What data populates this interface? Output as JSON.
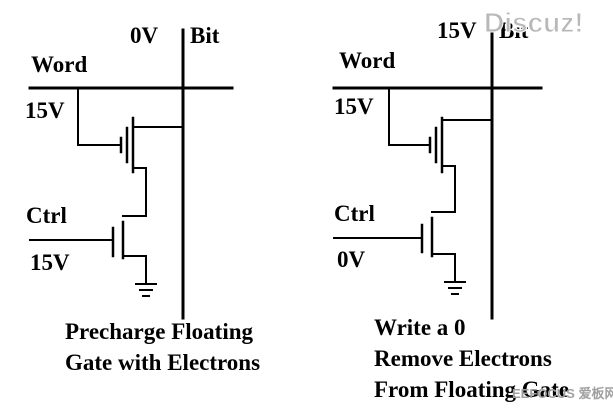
{
  "colors": {
    "ink": "#000000",
    "background": "#ffffff",
    "watermark": "#c8c8c8"
  },
  "left_circuit": {
    "bit_voltage": "0V",
    "bit_label": "Bit",
    "word_label": "Word",
    "word_voltage": "15V",
    "ctrl_label": "Ctrl",
    "ctrl_voltage": "15V",
    "caption_line1": "Precharge Floating",
    "caption_line2": "Gate with Electrons"
  },
  "right_circuit": {
    "bit_voltage": "15V",
    "bit_label": "Bit",
    "word_label": "Word",
    "word_voltage": "15V",
    "ctrl_label": "Ctrl",
    "ctrl_voltage": "0V",
    "caption_line1": "Write a 0",
    "caption_line2": "Remove Electrons",
    "caption_line3": "From Floating Gate"
  },
  "watermarks": {
    "top_right": "Discuz!",
    "bottom_right": "EEFOCUS 爱板网"
  },
  "icons": [
    "ground-symbol-icon"
  ]
}
